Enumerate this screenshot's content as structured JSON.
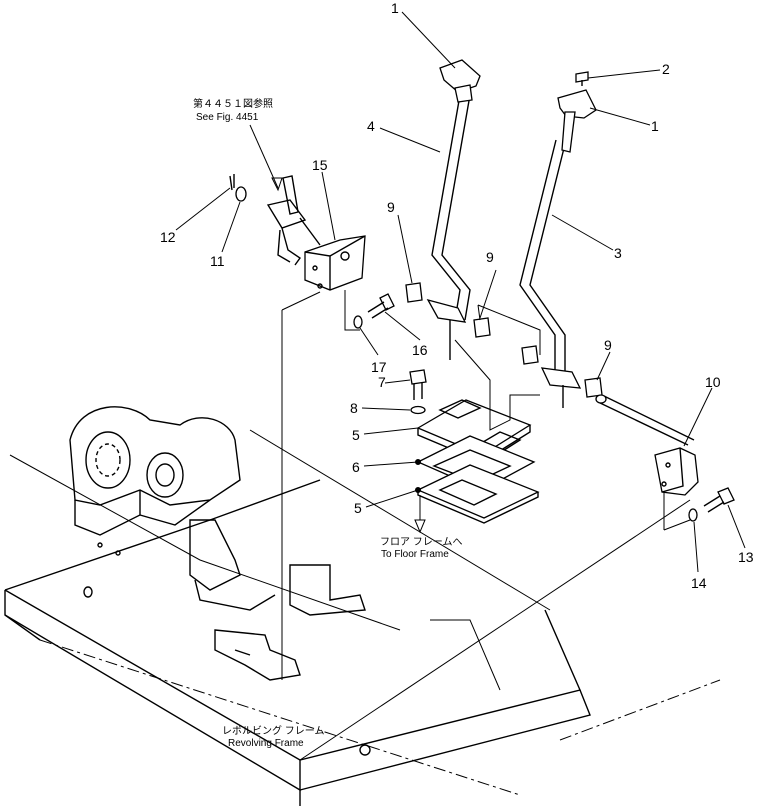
{
  "labels": {
    "p1a": "1",
    "p1b": "1",
    "p2": "2",
    "p3": "3",
    "p4": "4",
    "p5a": "5",
    "p5b": "5",
    "p6": "6",
    "p7": "7",
    "p8": "8",
    "p9a": "9",
    "p9b": "9",
    "p9c": "9",
    "p10": "10",
    "p11": "11",
    "p12": "12",
    "p13": "13",
    "p14": "14",
    "p15": "15",
    "p16": "16",
    "p17": "17"
  },
  "notes": {
    "ref_jp": "第４４５１図参照",
    "ref_en": "See Fig. 4451",
    "floor_jp": "フロア フレームへ",
    "floor_en": "To Floor Frame",
    "revolving_jp": "レボルビング フレーム",
    "revolving_en": "Revolving Frame"
  }
}
